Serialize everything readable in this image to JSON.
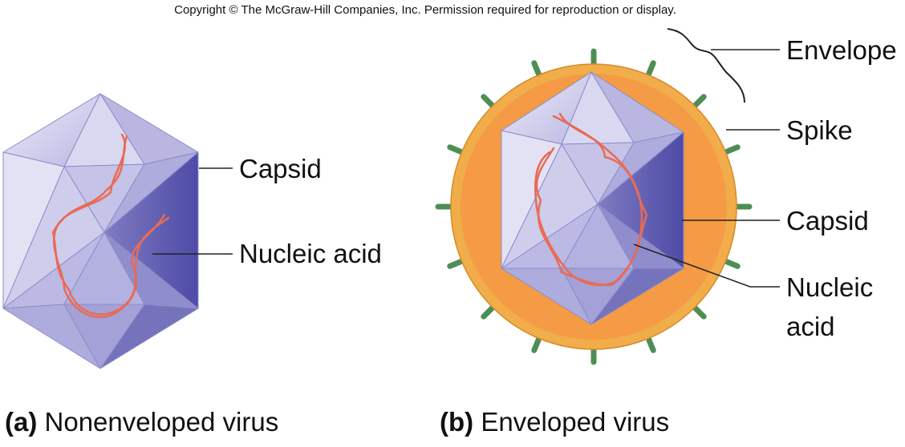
{
  "copyright": "Copyright © The McGraw-Hill Companies, Inc. Permission required for reproduction or display.",
  "panel_a": {
    "letter": "(a)",
    "caption": "Nonenveloped virus",
    "labels": {
      "capsid": "Capsid",
      "nucleic_acid": "Nucleic acid"
    }
  },
  "panel_b": {
    "letter": "(b)",
    "caption": "Enveloped virus",
    "labels": {
      "envelope": "Envelope",
      "spike": "Spike",
      "capsid": "Capsid",
      "nucleic_line1": "Nucleic",
      "nucleic_line2": "acid"
    }
  },
  "colors": {
    "capsid_light": "#c9c8ea",
    "capsid_mid": "#a6a4d8",
    "capsid_dark": "#5d5ab0",
    "capsid_edge": "#8d8bc8",
    "nucleic_acid": "#e86b55",
    "envelope_outer": "#f1ad4a",
    "envelope_inner": "#f59b45",
    "spike": "#4e8e55"
  }
}
